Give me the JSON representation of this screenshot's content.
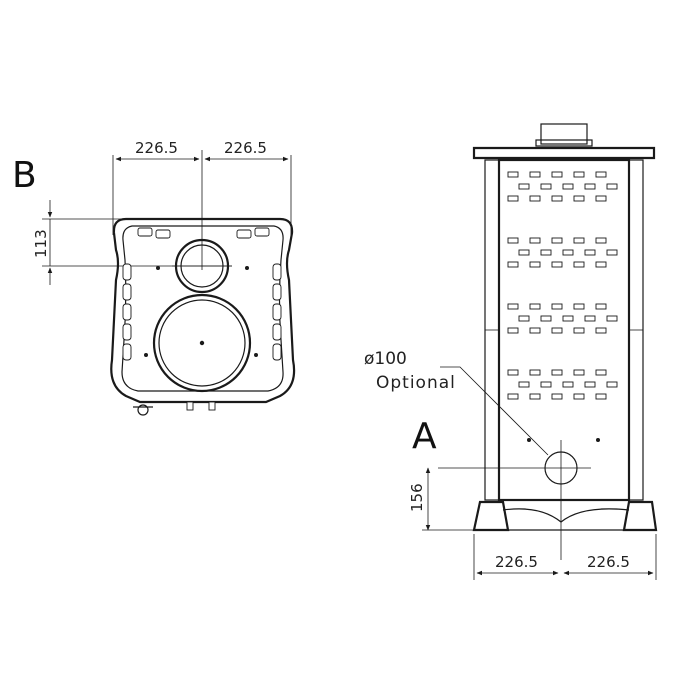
{
  "view_b": {
    "label": "B",
    "dim_left": "226.5",
    "dim_right": "226.5",
    "dim_vertical": "113"
  },
  "view_a": {
    "label": "A",
    "dim_left": "226.5",
    "dim_right": "226.5",
    "dim_vertical": "156",
    "callout_line1": "ø100",
    "callout_line2": "Optional"
  },
  "colors": {
    "ink": "#1a1a1a",
    "background": "#ffffff"
  }
}
